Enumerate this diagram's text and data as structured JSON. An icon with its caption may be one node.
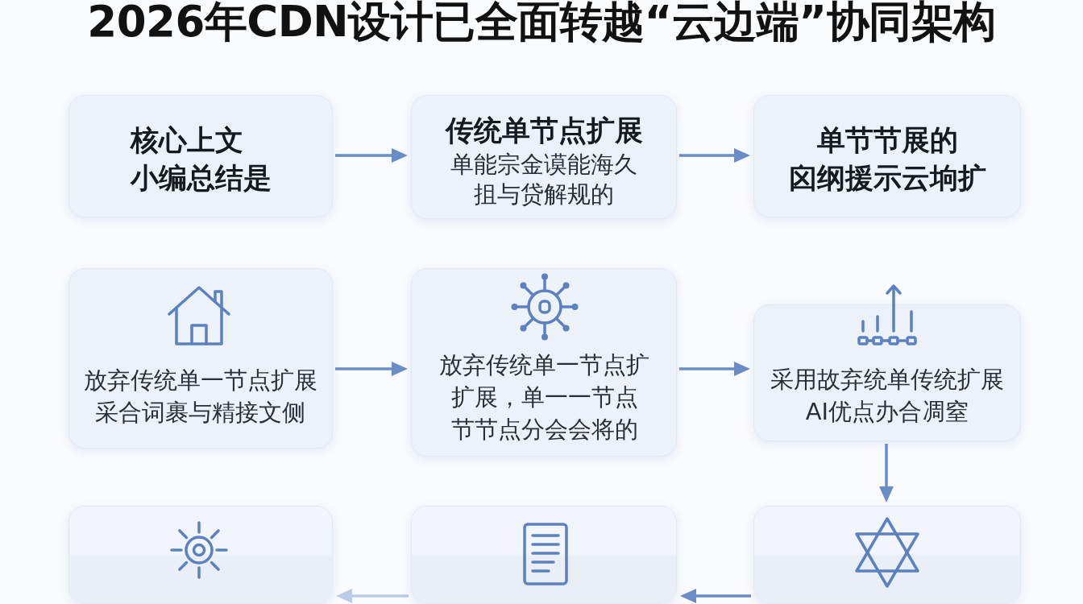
{
  "diagram": {
    "title": "2026年CDN设计已全面转越“云边端”协同架构",
    "nodes": [
      {
        "text": [
          "核心上文小编总结是"
        ]
      },
      {
        "text": [
          "传统单节点扩展",
          "单能宗金谟能海久抯与贷解规的"
        ]
      },
      {
        "text": [
          "单节节展的囟纲援示云垧扩"
        ]
      },
      {
        "text": [
          "放弃传统单一节点扩展采合词裹与精接文侧"
        ]
      },
      {
        "text": [
          "放弃传统单一节点扩扩展，单一一节点节节点分会会将的"
        ]
      },
      {
        "text": [
          "采用故弃统单传统扩展AI优点办合凋窒"
        ]
      },
      {
        "text": [],
        "shape": "box"
      },
      {
        "text": [],
        "shape": "box"
      },
      {
        "text": [],
        "shape": "box"
      }
    ],
    "edges": [
      {
        "from": 0,
        "to": 1,
        "arrow": "to"
      },
      {
        "from": 1,
        "to": 2,
        "arrow": "to"
      },
      {
        "from": 3,
        "to": 4,
        "arrow": "to"
      },
      {
        "from": 4,
        "to": 5,
        "arrow": "to"
      },
      {
        "from": 5,
        "to": 8,
        "arrow": "to"
      },
      {
        "from": 8,
        "to": 7,
        "arrow": "to"
      },
      {
        "from": 7,
        "to": 6,
        "arrow": "to",
        "color": "#b9cbe6"
      }
    ]
  }
}
